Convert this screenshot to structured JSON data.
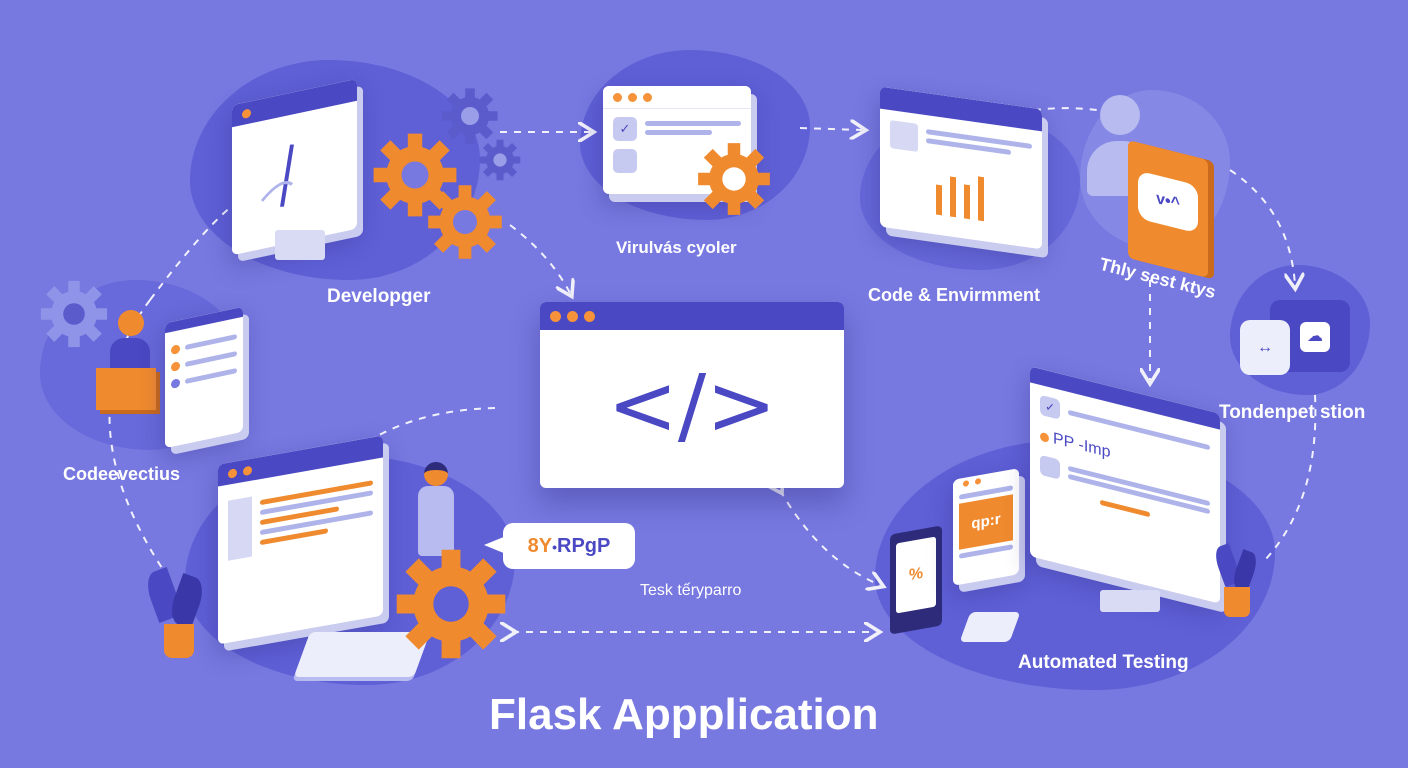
{
  "title": "Flask Appplication",
  "center_window": {
    "icon": "code-brackets-icon",
    "glyph": "</>"
  },
  "nodes": {
    "developer": {
      "label": "Developger"
    },
    "virtual_cycle": {
      "label": "Virulvás cyoler"
    },
    "code_environment": {
      "label": "Code & Envirmment"
    },
    "test_keys": {
      "label": "Thly sest ktys",
      "bubble_glyph": "v•^"
    },
    "deployment": {
      "label": "Tondenpet stion"
    },
    "code_execution": {
      "label": "Codeevectius"
    },
    "task_tracker": {
      "label": "Tesk tếryparro",
      "speech_bubble": {
        "part1": "8Y",
        "sep": "•",
        "part2": "RPgP"
      }
    },
    "automated_testing": {
      "label": "Automated Testing",
      "window_text": "PP -Imp",
      "card_text": "qp:r"
    }
  },
  "colors": {
    "background": "#7778e0",
    "blob": "#5f5fd6",
    "accent_orange": "#f08a2e",
    "window_bar": "#4a48c2",
    "text": "#ffffff"
  }
}
